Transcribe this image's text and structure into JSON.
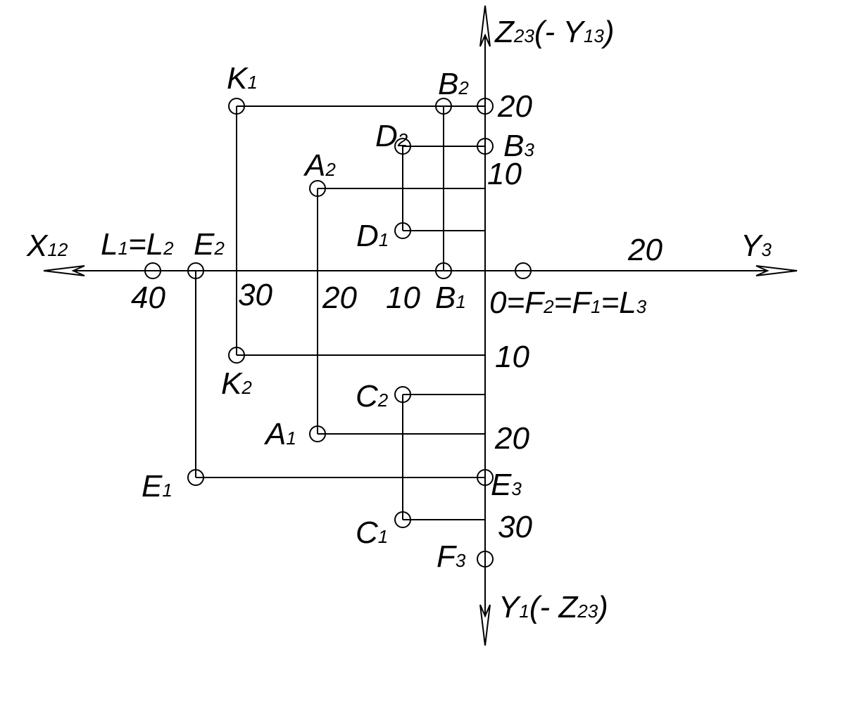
{
  "axes": {
    "x_left_label": "X",
    "x_left_sub": "12",
    "y_right_label": "Y",
    "y_right_sub": "3",
    "z_up_label": "Z",
    "z_up_sub": "23",
    "z_up_suffix": "(- Y",
    "z_up_suffix_sub": "13",
    "z_up_close": ")",
    "y_down_label": "Y",
    "y_down_sub": "1",
    "y_down_suffix": "(- Z",
    "y_down_suffix_sub": "23",
    "y_down_close": ")"
  },
  "ticks": {
    "x40": "40",
    "x30": "30",
    "x20": "20",
    "x10": "10",
    "y3_20": "20",
    "z20": "20",
    "z10": "10",
    "y1_10": "10",
    "y1_20": "20",
    "y1_30": "30"
  },
  "origin_label": {
    "zero": "0=",
    "f": "F",
    "f_sub": "2",
    "eq1": "=F",
    "f1_sub": "1",
    "eq2": "=L",
    "l3_sub": "3"
  },
  "points": {
    "K1": {
      "letter": "K",
      "sub": "1"
    },
    "K2": {
      "letter": "K",
      "sub": "2"
    },
    "B2": {
      "letter": "B",
      "sub": "2"
    },
    "B3": {
      "letter": "B",
      "sub": "3"
    },
    "B1": {
      "letter": "B",
      "sub": "1"
    },
    "D2": {
      "letter": "D",
      "sub": "2"
    },
    "D1": {
      "letter": "D",
      "sub": "1"
    },
    "A2": {
      "letter": "A",
      "sub": "2"
    },
    "A1": {
      "letter": "A",
      "sub": "1"
    },
    "E2": {
      "letter": "E",
      "sub": "2"
    },
    "E1": {
      "letter": "E",
      "sub": "1"
    },
    "E3": {
      "letter": "E",
      "sub": "3"
    },
    "C2": {
      "letter": "C",
      "sub": "2"
    },
    "C1": {
      "letter": "C",
      "sub": "1"
    },
    "F3": {
      "letter": "F",
      "sub": "3"
    },
    "L12": {
      "letter": "L",
      "sub": "1",
      "eq": "=L",
      "sub2": "2"
    }
  }
}
